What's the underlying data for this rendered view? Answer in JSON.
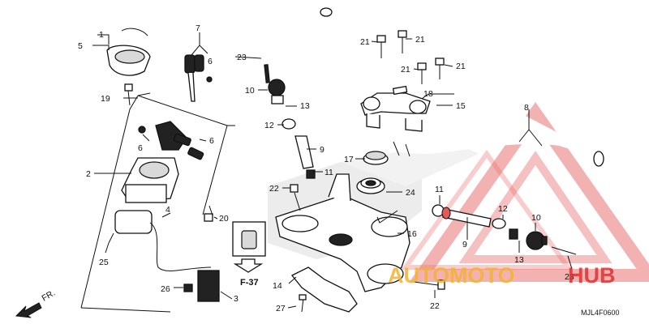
{
  "diagram": {
    "code": "MJL4F0600",
    "front_marker": "FR.",
    "figure_ref": "F-37",
    "watermark": {
      "word1": "AUTOMOTO",
      "word2": "HUB",
      "color": "#e03030",
      "color2": "#f2b233"
    },
    "callouts": {
      "c1": "1",
      "c2": "2",
      "c3": "3",
      "c4": "4",
      "c5": "5",
      "c6a": "6",
      "c6b": "6",
      "c6c": "6",
      "c7": "7",
      "c8": "8",
      "c9a": "9",
      "c9b": "9",
      "c10a": "10",
      "c10b": "10",
      "c11a": "11",
      "c11b": "11",
      "c12a": "12",
      "c12b": "12",
      "c13a": "13",
      "c13b": "13",
      "c14": "14",
      "c15": "15",
      "c16": "16",
      "c17": "17",
      "c18": "18",
      "c19": "19",
      "c20": "20",
      "c21a": "21",
      "c21b": "21",
      "c21c": "21",
      "c21d": "21",
      "c22a": "22",
      "c22b": "22",
      "c23a": "23",
      "c23b": "23",
      "c24": "24",
      "c25": "25",
      "c26": "26",
      "c27": "27"
    }
  }
}
